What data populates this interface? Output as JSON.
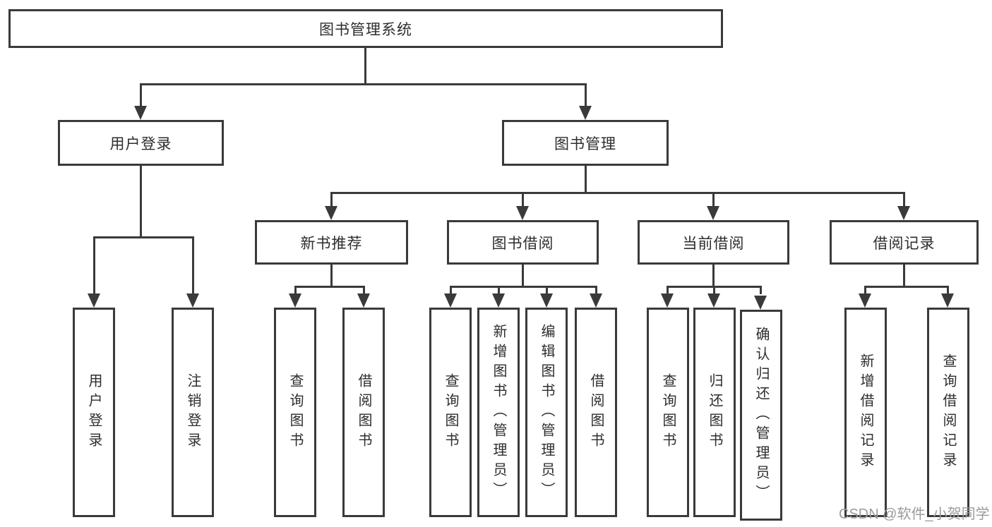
{
  "diagram": {
    "root": {
      "label": "图书管理系统"
    },
    "user_login": {
      "label": "用户登录",
      "children": [
        {
          "label": "用户登录"
        },
        {
          "label": "注销登录"
        }
      ]
    },
    "book_mgmt": {
      "label": "图书管理",
      "sections": [
        {
          "label": "新书推荐",
          "children": [
            {
              "label": "查询图书"
            },
            {
              "label": "借阅图书"
            }
          ]
        },
        {
          "label": "图书借阅",
          "children": [
            {
              "label": "查询图书"
            },
            {
              "label": "新增图书（管理员）"
            },
            {
              "label": "编辑图书（管理员）"
            },
            {
              "label": "借阅图书"
            }
          ]
        },
        {
          "label": "当前借阅",
          "children": [
            {
              "label": "查询图书"
            },
            {
              "label": "归还图书"
            },
            {
              "label": "确认归还（管理员）"
            }
          ]
        },
        {
          "label": "借阅记录",
          "children": [
            {
              "label": "新增借阅记录"
            },
            {
              "label": "查询借阅记录"
            }
          ]
        }
      ]
    }
  },
  "watermark": {
    "text": "CSDN @软件_小贺同学"
  },
  "colors": {
    "line": "#3a3a3a",
    "text": "#2d2d2d",
    "watermark": "#9b9b9b",
    "background": "#ffffff"
  }
}
